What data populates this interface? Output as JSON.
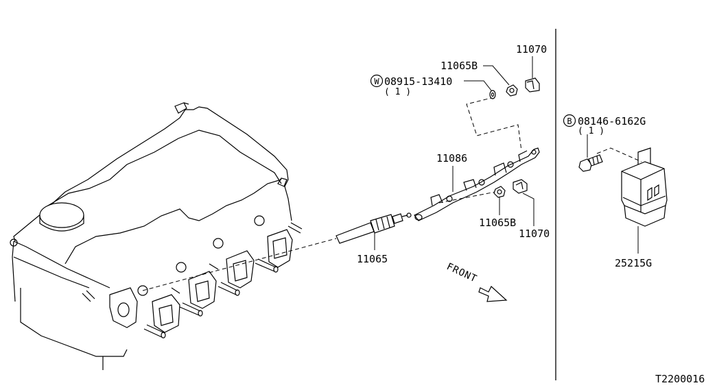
{
  "parts": {
    "p11070_top": "11070",
    "p11065B_top": "11065B",
    "washer_symbol": "W",
    "washer_part": "08915-13410",
    "washer_qty": "( 1 )",
    "p11086": "11086",
    "bolt_symbol": "B",
    "bolt_part": "08146-6162G",
    "bolt_qty": "( 1 )",
    "p11065B_bottom": "11065B",
    "p11070_bottom": "11070",
    "p11065": "11065",
    "p25215G": "25215G"
  },
  "front_label": "FRONT",
  "diagram_code": "T2200016"
}
